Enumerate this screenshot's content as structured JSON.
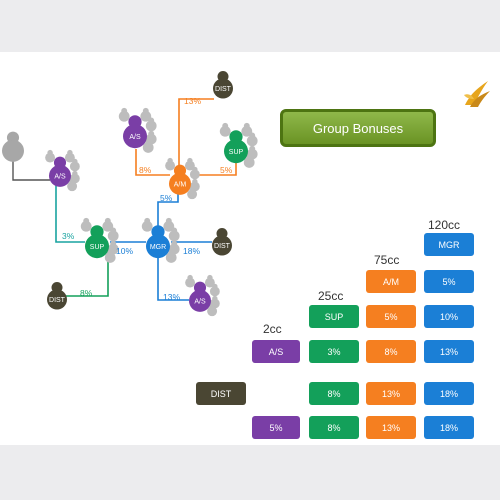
{
  "title_button": "Group Bonuses",
  "nodes": [
    {
      "id": "customer",
      "label": "",
      "color": "#a7a7a7",
      "group": false
    },
    {
      "id": "as-left",
      "label": "A/S",
      "color": "#7a3ea6",
      "group": true
    },
    {
      "id": "as-top",
      "label": "A/S",
      "color": "#7a3ea6",
      "group": true
    },
    {
      "id": "dist-top",
      "label": "DIST",
      "color": "#4a4633",
      "group": false
    },
    {
      "id": "am",
      "label": "A/M",
      "color": "#f57f20",
      "group": true
    },
    {
      "id": "sup-right",
      "label": "SUP",
      "color": "#13a05a",
      "group": true
    },
    {
      "id": "sup-center",
      "label": "SUP",
      "color": "#13a05a",
      "group": true
    },
    {
      "id": "mgr",
      "label": "MGR",
      "color": "#1b7fd6",
      "group": true
    },
    {
      "id": "dist-right",
      "label": "DIST",
      "color": "#4a4633",
      "group": false
    },
    {
      "id": "dist-bottom",
      "label": "DIST",
      "color": "#4a4633",
      "group": false
    },
    {
      "id": "as-bottom",
      "label": "A/S",
      "color": "#7a3ea6",
      "group": true
    }
  ],
  "connections": [
    {
      "label": "13%",
      "color": "#f57f20"
    },
    {
      "label": "8%",
      "color": "#f57f20"
    },
    {
      "label": "5%",
      "color": "#f57f20"
    },
    {
      "label": "5%",
      "color": "#1b7fd6"
    },
    {
      "label": "3%",
      "color": "#19a3a0"
    },
    {
      "label": "10%",
      "color": "#1b7fd6"
    },
    {
      "label": "18%",
      "color": "#1b7fd6"
    },
    {
      "label": "8%",
      "color": "#13a05a"
    },
    {
      "label": "13%",
      "color": "#1b7fd6"
    }
  ],
  "bonus_table": {
    "columns": [
      {
        "header": "2cc",
        "color": "#7a3ea6",
        "cells": [
          "A/S"
        ]
      },
      {
        "header": "25cc",
        "color": "#13a05a",
        "cells": [
          "SUP",
          "3%",
          "8%",
          "8%"
        ]
      },
      {
        "header": "75cc",
        "color": "#f57f20",
        "cells": [
          "A/M",
          "5%",
          "8%",
          "13%",
          "13%"
        ]
      },
      {
        "header": "120cc",
        "color": "#1b7fd6",
        "cells": [
          "MGR",
          "5%",
          "10%",
          "13%",
          "18%",
          "18%"
        ]
      }
    ],
    "row_dist": "DIST",
    "row_last": "5%"
  },
  "colors": {
    "purple": "#7a3ea6",
    "green": "#13a05a",
    "orange": "#f57f20",
    "blue": "#1b7fd6",
    "dark": "#4a4633",
    "grey": "#a7a7a7"
  }
}
